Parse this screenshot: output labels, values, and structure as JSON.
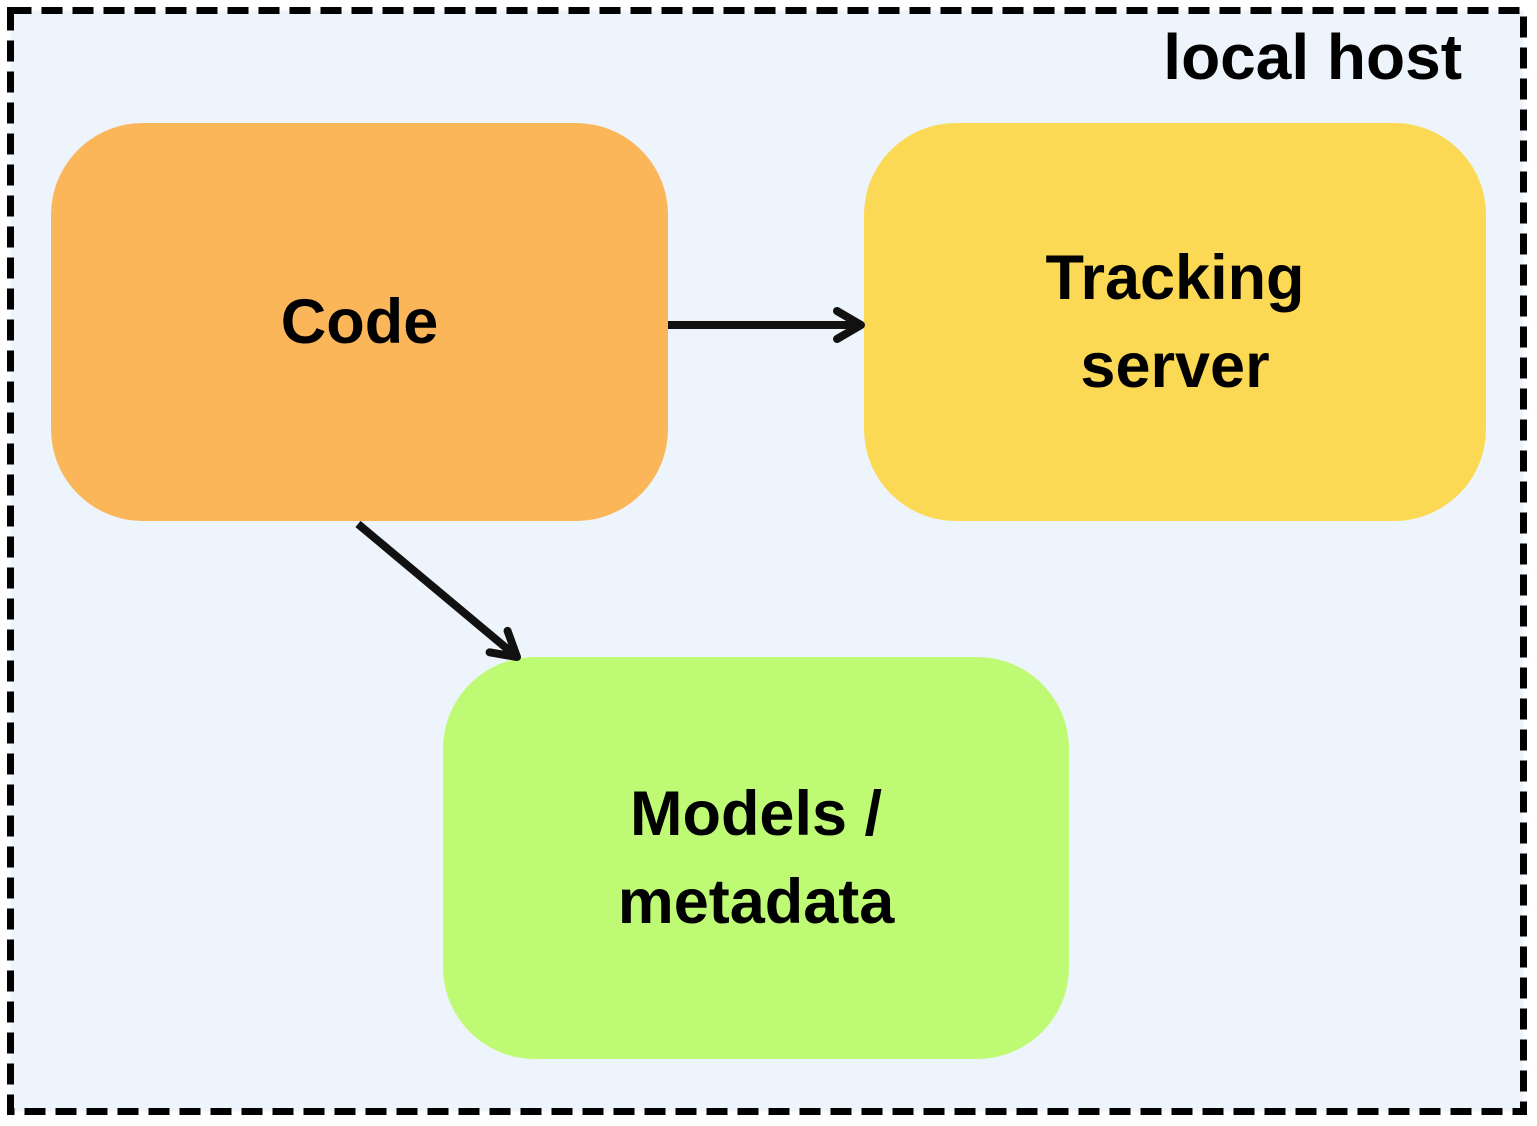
{
  "diagram": {
    "container_label": "local host",
    "nodes": {
      "code": {
        "lines": [
          "Code"
        ],
        "fill": "#FBB65A"
      },
      "tracking_server": {
        "lines": [
          "Tracking",
          "server"
        ],
        "fill": "#FCD955"
      },
      "models_metadata": {
        "lines": [
          "Models /",
          "metadata"
        ],
        "fill": "#BFFA74"
      }
    },
    "edges": [
      {
        "from": "code",
        "to": "tracking_server",
        "direction": "right"
      },
      {
        "from": "code",
        "to": "models_metadata",
        "direction": "down-right"
      }
    ],
    "colors": {
      "page_background": "#FFFFFF",
      "container_background": "#EDF4FB",
      "container_border": "#000000",
      "arrow": "#111111",
      "label_text": "#000000"
    }
  }
}
